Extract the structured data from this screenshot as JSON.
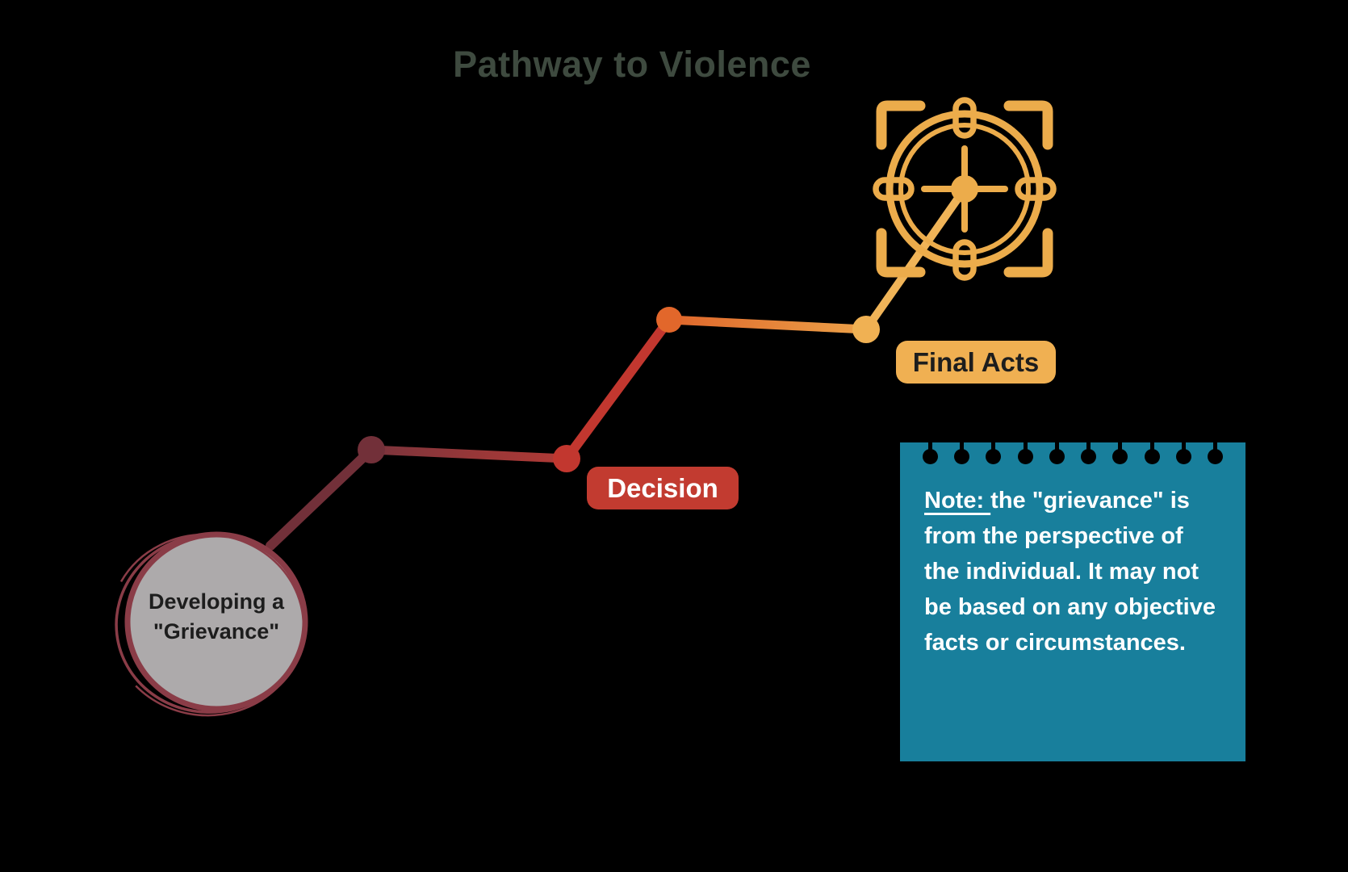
{
  "title": "Pathway to Violence",
  "stages": [
    {
      "id": "grievance",
      "line1": "Developing a",
      "line2": "\"Grievance\"",
      "marker_color": "#723039",
      "shape": "gray circle with hand-drawn maroon outline"
    },
    {
      "id": "decision",
      "label": "Decision",
      "marker_color": "#C2372F",
      "pill_color": "#C23B30",
      "text_color": "#FFFFFF"
    },
    {
      "id": "final-acts",
      "label": "Final Acts",
      "marker_color": "#F0B153",
      "pill_color": "#F0B052",
      "text_color": "#1D1D1D"
    }
  ],
  "note": {
    "prefix": "Note: ",
    "body": "the \"grievance\" is from the perspective of the individual. It may not be based on any objective facts or circumstances."
  },
  "icons": {
    "target": "target-crosshair-icon"
  },
  "colors": {
    "background": "#000000",
    "title": "#3E4A3F",
    "dark_maroon": "#723039",
    "red": "#C2372F",
    "orange": "#E2672B",
    "gold": "#ECAC4B",
    "teal": "#187F9C",
    "circle_fill": "#ADAAAB",
    "circle_stroke": "#8A3C47"
  }
}
